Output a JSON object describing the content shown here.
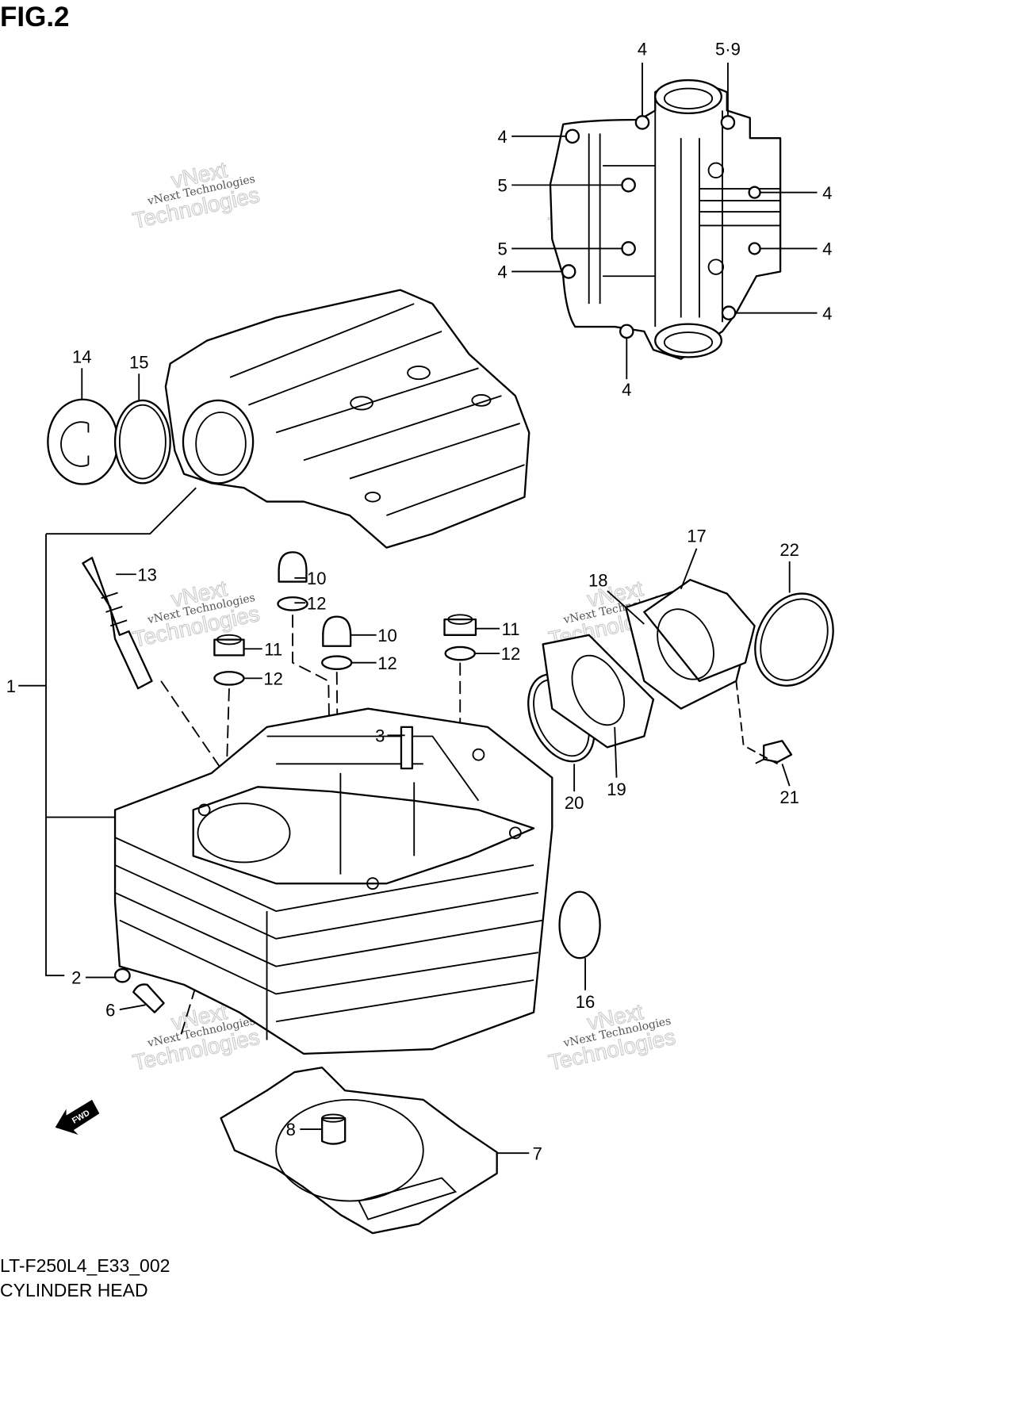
{
  "figure": {
    "title": "FIG.2",
    "code": "LT-F250L4_E33_002",
    "caption": "CYLINDER HEAD",
    "fwd_label": "FWD",
    "watermark": {
      "line": "vNext Technologies",
      "big1": "vNext",
      "big2": "Technologies"
    }
  },
  "callouts": [
    {
      "label": "4",
      "part": "cap-bolt"
    },
    {
      "label": "5·9",
      "part": "cap-bolt"
    },
    {
      "label": "4",
      "part": "cap-bolt"
    },
    {
      "label": "5",
      "part": "cap-bolt"
    },
    {
      "label": "5",
      "part": "cap-bolt"
    },
    {
      "label": "4",
      "part": "cap-bolt"
    },
    {
      "label": "4",
      "part": "cap-bolt"
    },
    {
      "label": "4",
      "part": "cap-bolt"
    },
    {
      "label": "4",
      "part": "cap-bolt"
    },
    {
      "label": "4",
      "part": "cap-bolt"
    },
    {
      "label": "14",
      "part": "cap"
    },
    {
      "label": "15",
      "part": "o-ring"
    },
    {
      "label": "1",
      "part": "cylinder-head-assembly"
    },
    {
      "label": "13",
      "part": "spark-plug"
    },
    {
      "label": "10",
      "part": "cap-nut"
    },
    {
      "label": "12",
      "part": "washer"
    },
    {
      "label": "11",
      "part": "nut"
    },
    {
      "label": "12",
      "part": "washer"
    },
    {
      "label": "10",
      "part": "cap-nut"
    },
    {
      "label": "12",
      "part": "washer"
    },
    {
      "label": "11",
      "part": "nut"
    },
    {
      "label": "12",
      "part": "washer"
    },
    {
      "label": "3",
      "part": "stud"
    },
    {
      "label": "2",
      "part": "o-ring"
    },
    {
      "label": "6",
      "part": "pipe"
    },
    {
      "label": "8",
      "part": "dowel-pin"
    },
    {
      "label": "7",
      "part": "gasket"
    },
    {
      "label": "16",
      "part": "plug"
    },
    {
      "label": "17",
      "part": "intake-pipe"
    },
    {
      "label": "18",
      "part": "insulator"
    },
    {
      "label": "22",
      "part": "clamp"
    },
    {
      "label": "19",
      "part": "insulator"
    },
    {
      "label": "20",
      "part": "o-ring"
    },
    {
      "label": "21",
      "part": "bolt"
    }
  ]
}
